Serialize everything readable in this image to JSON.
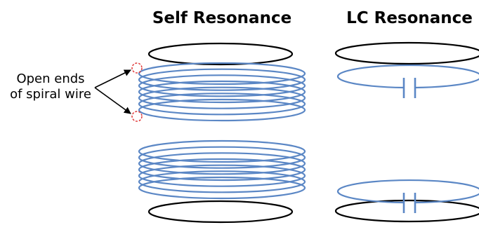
{
  "titles": {
    "self_resonance": "Self Resonance",
    "lc_resonance": "LC Resonance"
  },
  "annotation": {
    "line1": "Open ends",
    "line2": "of spiral wire"
  },
  "colors": {
    "loop": "#000000",
    "coil": "#5b87c5",
    "open_end_marker": "#e03a3a",
    "arrow": "#000000",
    "background": "#ffffff"
  }
}
